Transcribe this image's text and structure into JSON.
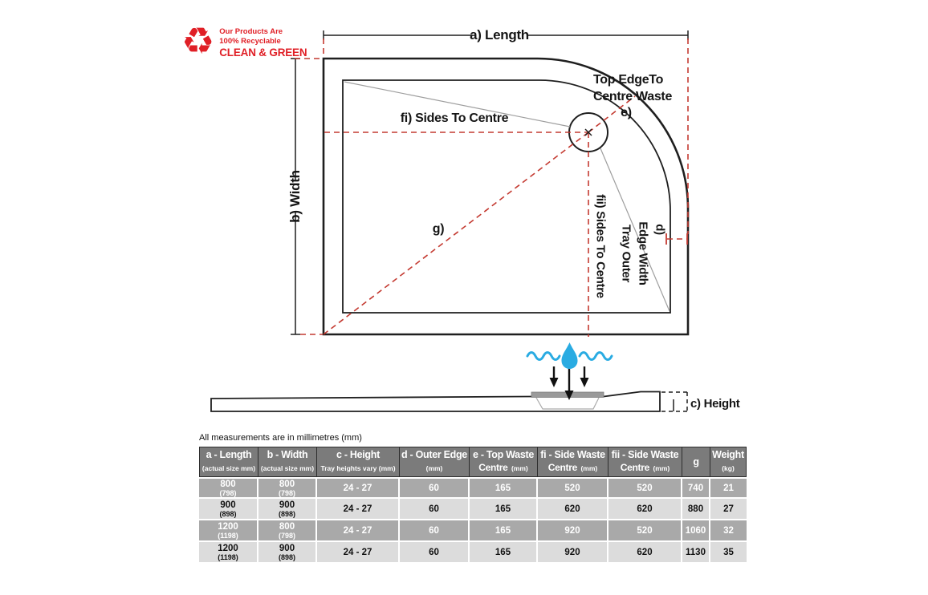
{
  "logo": {
    "line1": "Our Products Are",
    "line2": "100% Recyclable",
    "line3": "CLEAN & GREEN"
  },
  "diagram": {
    "labels": {
      "length": "a) Length",
      "width": "b) Width",
      "sides_to_centre_fi": "fi) Sides To Centre",
      "top_edge_line1": "Top EdgeTo",
      "top_edge_line2": "Centre Waste",
      "e": "e)",
      "g": "g)",
      "d": "d)",
      "sides_to_centre_fii": "fii) Sides To Centre",
      "tray_outer_line1": "Tray Outer",
      "tray_outer_line2": "Edge Width",
      "height": "c) Height"
    },
    "colors": {
      "outline": "#1f1f1f",
      "dashed_red": "#c43a31",
      "logo_red": "#e01f26",
      "drop_blue": "#29abe2",
      "slope_gray": "#9e9e9e",
      "waste_plate_gray": "#9a9a9a"
    }
  },
  "table": {
    "note": "All measurements are in millimetres (mm)",
    "columns": [
      {
        "label": "a - Length",
        "sub": "",
        "unit": "(actual size mm)"
      },
      {
        "label": "b - Width",
        "sub": "",
        "unit": "(actual size mm)"
      },
      {
        "label": "c - Height",
        "sub": "",
        "unit": "Tray heights vary (mm)"
      },
      {
        "label": "d - Outer Edge",
        "sub": "",
        "unit": "(mm)"
      },
      {
        "label": "e - Top Waste",
        "sub": "Centre",
        "unit": "(mm)"
      },
      {
        "label": "fi - Side Waste",
        "sub": "Centre",
        "unit": "(mm)"
      },
      {
        "label": "fii - Side Waste",
        "sub": "Centre",
        "unit": "(mm)"
      },
      {
        "label": "g",
        "sub": "",
        "unit": ""
      },
      {
        "label": "Weight",
        "sub": "",
        "unit": "(kg)"
      }
    ],
    "rows": [
      {
        "cells": [
          {
            "v": "800",
            "s": "(798)"
          },
          {
            "v": "800",
            "s": "(798)"
          },
          {
            "v": "24 - 27"
          },
          {
            "v": "60"
          },
          {
            "v": "165"
          },
          {
            "v": "520"
          },
          {
            "v": "520"
          },
          {
            "v": "740"
          },
          {
            "v": "21"
          }
        ]
      },
      {
        "cells": [
          {
            "v": "900",
            "s": "(898)"
          },
          {
            "v": "900",
            "s": "(898)"
          },
          {
            "v": "24 - 27"
          },
          {
            "v": "60"
          },
          {
            "v": "165"
          },
          {
            "v": "620"
          },
          {
            "v": "620"
          },
          {
            "v": "880"
          },
          {
            "v": "27"
          }
        ]
      },
      {
        "cells": [
          {
            "v": "1200",
            "s": "(1198)"
          },
          {
            "v": "800",
            "s": "(798)"
          },
          {
            "v": "24 - 27"
          },
          {
            "v": "60"
          },
          {
            "v": "165"
          },
          {
            "v": "920"
          },
          {
            "v": "520"
          },
          {
            "v": "1060"
          },
          {
            "v": "32"
          }
        ]
      },
      {
        "cells": [
          {
            "v": "1200",
            "s": "(1198)"
          },
          {
            "v": "900",
            "s": "(898)"
          },
          {
            "v": "24 - 27"
          },
          {
            "v": "60"
          },
          {
            "v": "165"
          },
          {
            "v": "920"
          },
          {
            "v": "620"
          },
          {
            "v": "1130"
          },
          {
            "v": "35"
          }
        ]
      }
    ]
  }
}
